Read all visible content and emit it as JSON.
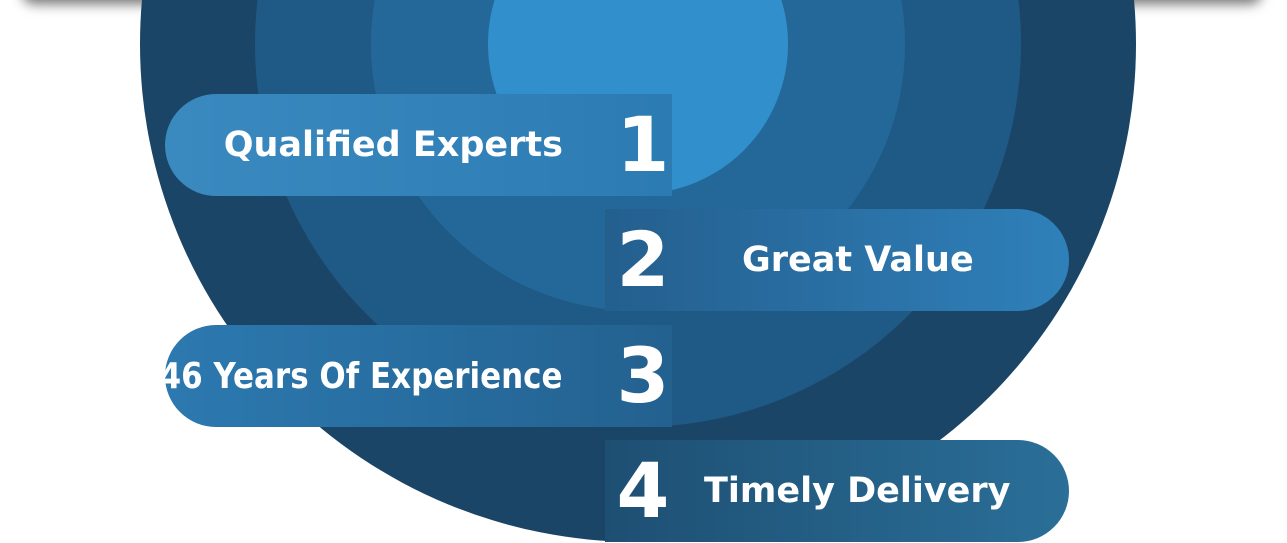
{
  "items": [
    {
      "number": "1",
      "label": "Qualified Experts"
    },
    {
      "number": "2",
      "label": "Great Value"
    },
    {
      "number": "3",
      "label": "46 Years Of Experience"
    },
    {
      "number": "4",
      "label": "Timely Delivery"
    }
  ],
  "colors": {
    "ring_outer": "#1b4566",
    "ring_2": "#1f5a86",
    "ring_3": "#24689a",
    "ring_4": "#2b7db5",
    "center": "#3190cc",
    "text": "#ffffff"
  }
}
